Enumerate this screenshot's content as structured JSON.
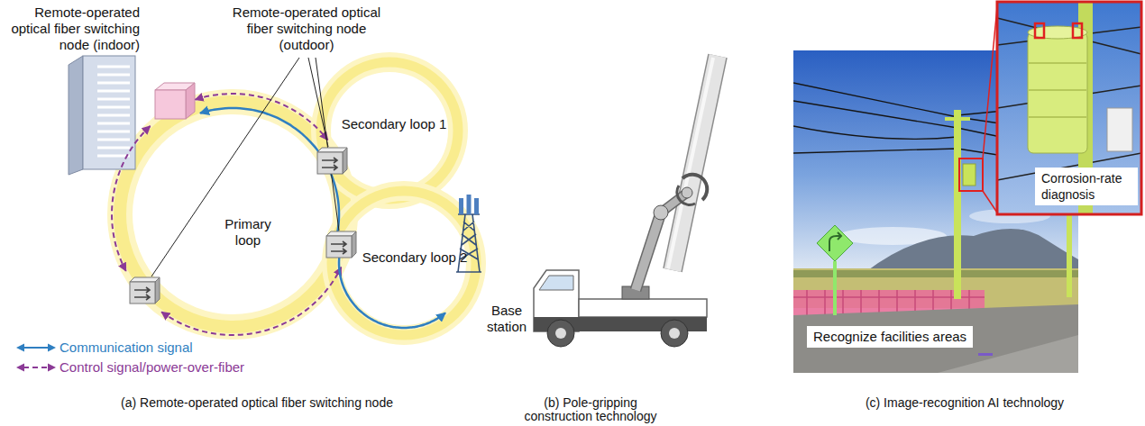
{
  "diagram": {
    "nodes": [
      {
        "text": [
          "Remote-operated optical fiber switching node (indoor)"
        ]
      },
      {
        "text": [
          "Primary loop"
        ]
      },
      {
        "text": [
          "Secondary loop 1"
        ]
      },
      {
        "text": [
          "Secondary loop 2"
        ]
      },
      {
        "text": [
          "Base station"
        ]
      },
      {
        "text": [
          "Recognize facilities areas"
        ]
      },
      {
        "text": [
          "Corrosion-rate diagnosis"
        ]
      }
    ],
    "edges": [
      {
        "from": 0,
        "to": 4,
        "arrow": "both"
      }
    ],
    "labels": [
      "Remote-operated optical fiber switching node (outdoor)",
      "(a) Remote-operated optical fiber switching node",
      "(b) Pole-gripping construction technology",
      "(c) Image-recognition AI technology"
    ],
    "legend": [
      {
        "text": "Communication signal"
      },
      {
        "text": "Control signal/power-over-fiber"
      }
    ]
  }
}
